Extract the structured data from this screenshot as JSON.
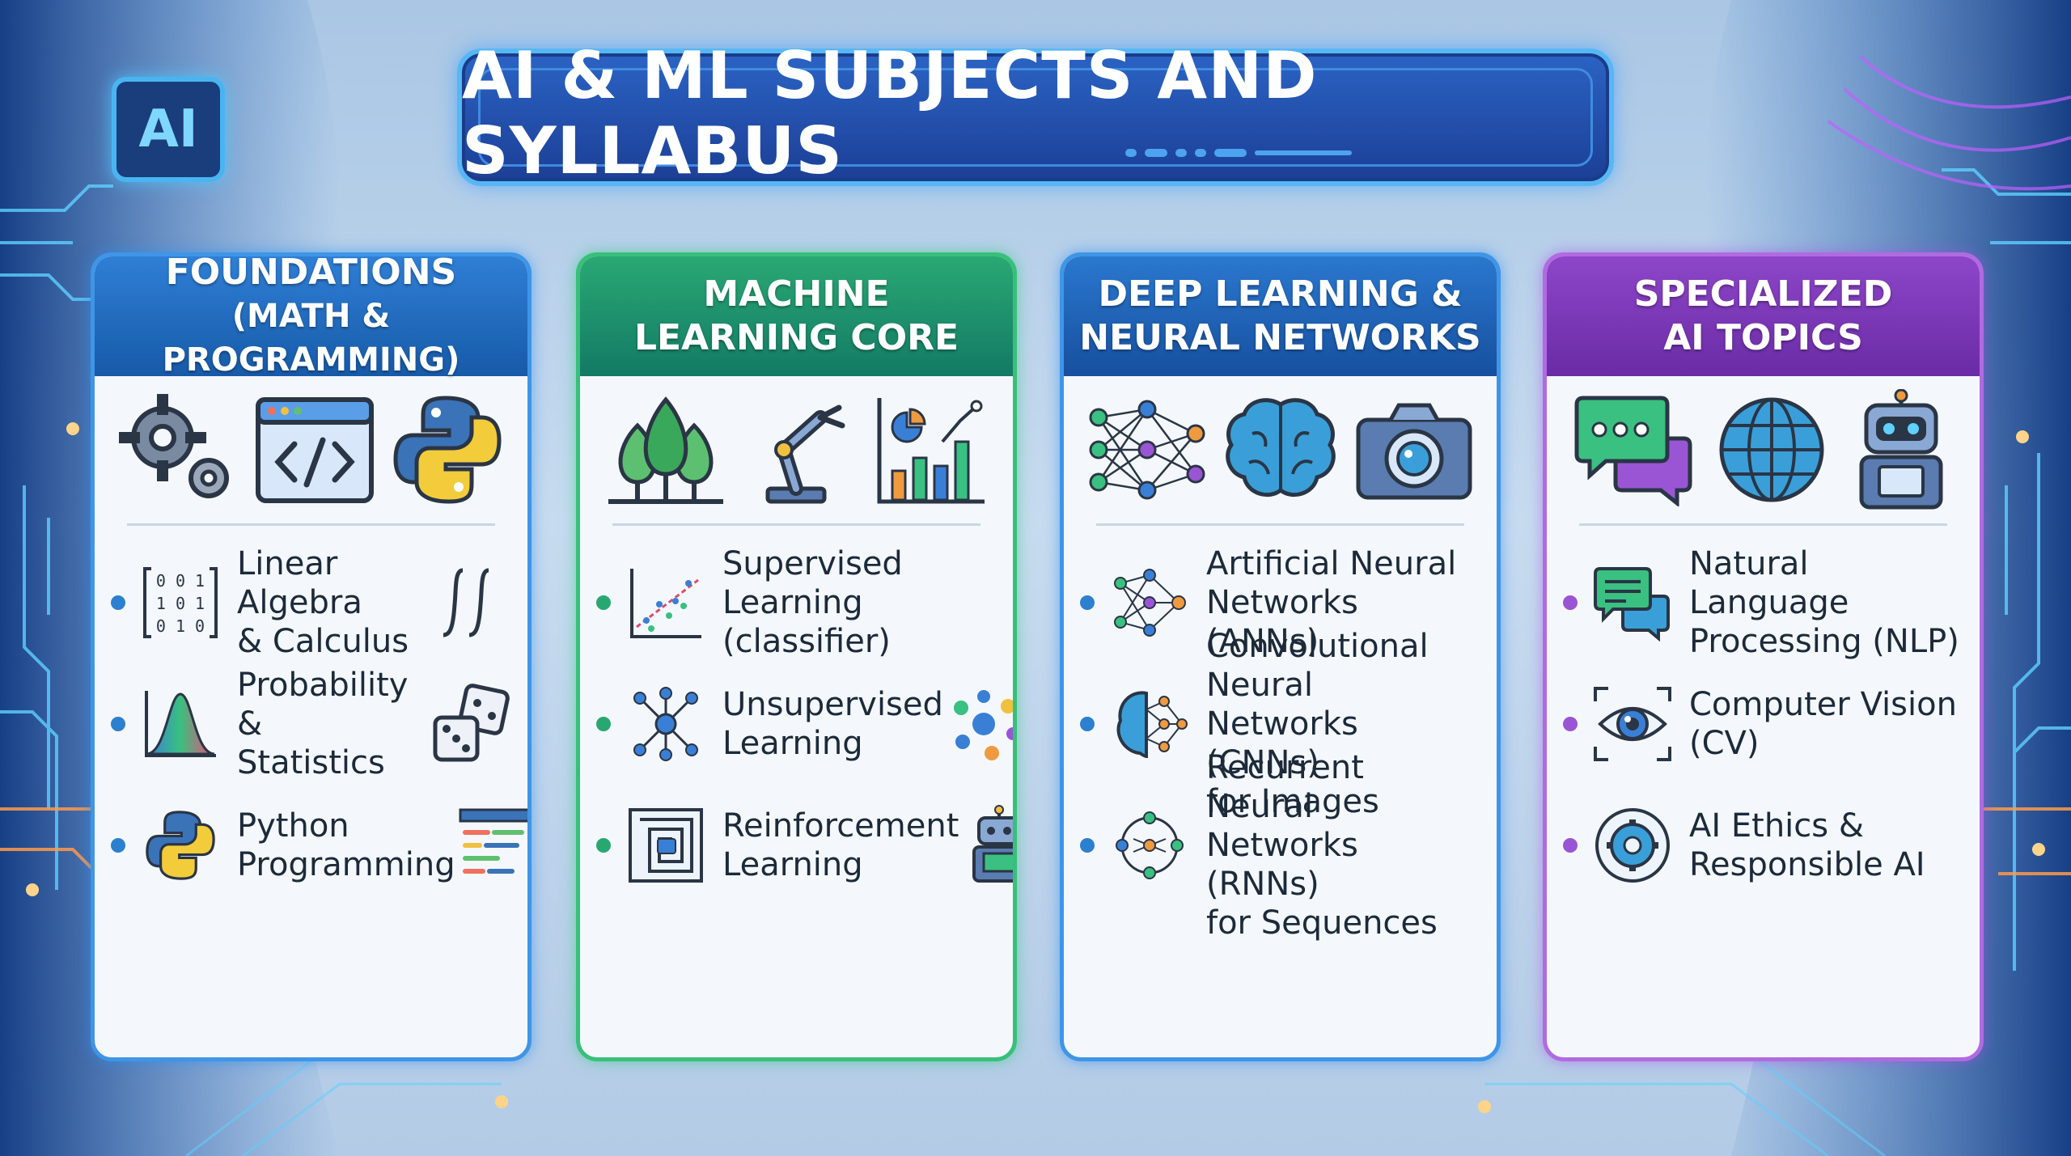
{
  "title": "AI & ML SUBJECTS AND SYLLABUS",
  "badge": "AI",
  "colors": {
    "foundations": "#2f7fd6",
    "ml_core": "#2aa873",
    "deep_learning": "#2a78cf",
    "specialized": "#8d46c9"
  },
  "columns": [
    {
      "heading": "FOUNDATIONS",
      "subheading": "(MATH & PROGRAMMING)",
      "header_icons": [
        "gears-icon",
        "code-window-icon",
        "python-logo-icon"
      ],
      "items": [
        {
          "label": "Linear Algebra\n& Calculus",
          "icon": "matrix-icon",
          "side_icon": "integral-icon"
        },
        {
          "label": "Probability &\nStatistics",
          "icon": "bell-curve-icon",
          "side_icon": "dice-icon"
        },
        {
          "label": "Python\nProgramming",
          "icon": "python-logo-icon",
          "side_icon": "code-lines-icon"
        }
      ]
    },
    {
      "heading": "MACHINE",
      "subheading": "LEARNING CORE",
      "header_icons": [
        "trees-icon",
        "robot-arm-icon",
        "bar-chart-icon"
      ],
      "items": [
        {
          "label": "Supervised Learning\n(classifier)",
          "icon": "scatter-plot-icon",
          "side_icon": ""
        },
        {
          "label": "Unsupervised\nLearning",
          "icon": "cluster-network-icon",
          "side_icon": "dot-cluster-icon"
        },
        {
          "label": "Reinforcement\nLearning",
          "icon": "maze-icon",
          "side_icon": "robot-icon"
        }
      ]
    },
    {
      "heading": "DEEP LEARNING &",
      "subheading": "NEURAL NETWORKS",
      "header_icons": [
        "neural-network-icon",
        "brain-icon",
        "camera-icon"
      ],
      "items": [
        {
          "label": "Artificial Neural\nNetworks (ANNs)",
          "icon": "network-icon",
          "side_icon": ""
        },
        {
          "label": "Convolutional Neural\nNetworks (CNNs)\nfor Images",
          "icon": "brain-network-icon",
          "side_icon": ""
        },
        {
          "label": "Recurrent Neural\nNetworks (RNNs)\nfor Sequences",
          "icon": "recurrent-icon",
          "side_icon": ""
        }
      ]
    },
    {
      "heading": "SPECIALIZED",
      "subheading": "AI TOPICS",
      "header_icons": [
        "chat-bubbles-icon",
        "globe-icon",
        "robot-icon"
      ],
      "items": [
        {
          "label": "Natural Language\nProcessing (NLP)",
          "icon": "chat-icon",
          "side_icon": ""
        },
        {
          "label": "Computer Vision\n(CV)",
          "icon": "eye-icon",
          "side_icon": ""
        },
        {
          "label": "AI Ethics &\nResponsible AI",
          "icon": "ethics-gear-icon",
          "side_icon": ""
        }
      ]
    }
  ]
}
